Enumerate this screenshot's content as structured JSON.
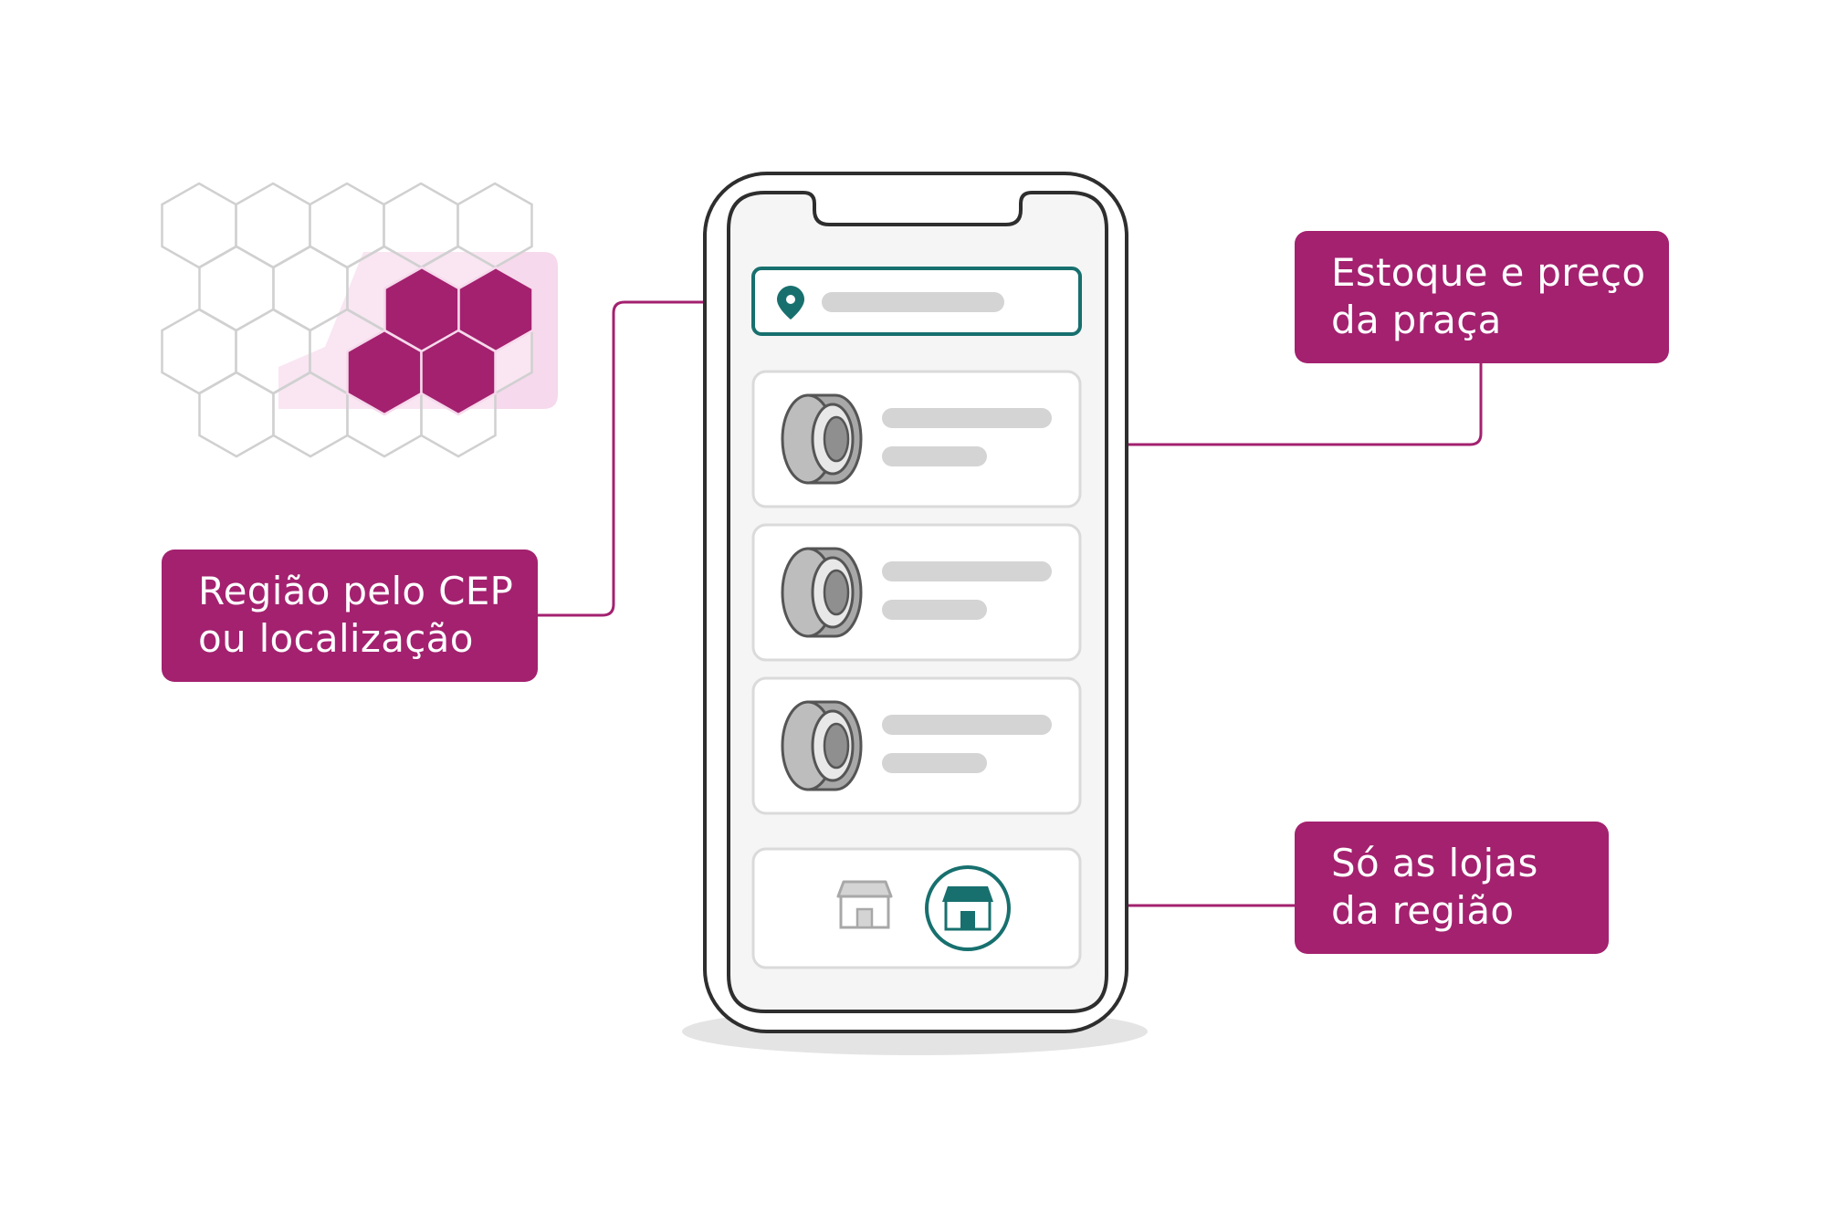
{
  "colors": {
    "accent_magenta": "#A3216F",
    "region_highlight": "#F6D9EC",
    "teal": "#17706E",
    "placeholder_gray": "#D4D4D4",
    "tire_gray": "#A8A8A8",
    "outline_dark": "#2E2E2E",
    "screen_bg": "#F5F5F5"
  },
  "callouts": {
    "region": {
      "line1": "Região pelo CEP",
      "line2": "ou localização"
    },
    "stock": {
      "line1": "Estoque e preço",
      "line2": "da praça"
    },
    "stores": {
      "line1": "Só as lojas",
      "line2": "da região"
    }
  },
  "phone": {
    "search_bar": {
      "icon": "location-pin-icon"
    },
    "products": [
      {
        "icon": "tire-icon"
      },
      {
        "icon": "tire-icon"
      },
      {
        "icon": "tire-icon"
      }
    ],
    "bottom_bar": {
      "store_icon_inactive": "store-icon",
      "store_icon_active": "store-icon-active"
    }
  },
  "hex_grid": {
    "rows": 4,
    "highlighted_cells": 4
  }
}
